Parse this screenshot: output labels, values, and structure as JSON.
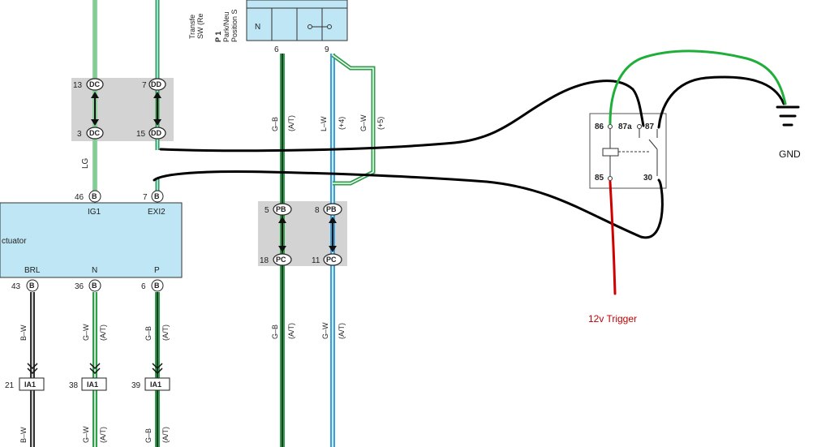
{
  "switch": {
    "title_lines": [
      "Transfe",
      "SW (Re"
    ],
    "id": "P 1",
    "sub_lines": [
      "Park/Neu",
      "Position S"
    ],
    "n_label": "N",
    "pins": [
      "6",
      "9"
    ]
  },
  "connectors": {
    "dc_top": {
      "left_pin": "13",
      "left_label": "DC",
      "right_pin": "7",
      "right_label": "DD"
    },
    "dc_bottom": {
      "left_pin": "3",
      "left_label": "DC",
      "right_pin": "15",
      "right_label": "DD"
    },
    "pb": {
      "left_pin": "5",
      "left_label": "PB",
      "right_pin": "8",
      "right_label": "PB"
    },
    "pc": {
      "left_pin": "18",
      "left_label": "PC",
      "right_pin": "11",
      "right_label": "PC"
    }
  },
  "wires": {
    "lg": "LG",
    "g_b": "G–B",
    "at": "(A/T)",
    "l_w": "L–W",
    "plus4": "(+4)",
    "g_w": "G–W",
    "plus5": "(+5)",
    "b_w": "B–W"
  },
  "actuator": {
    "name": "ctuator",
    "top_pins": [
      {
        "num": "46",
        "label": "B",
        "name": "IG1"
      },
      {
        "num": "7",
        "label": "B",
        "name": "EXI2"
      }
    ],
    "bottom_pins": [
      {
        "num": "43",
        "label": "B",
        "name": "BRL"
      },
      {
        "num": "36",
        "label": "B",
        "name": "N"
      },
      {
        "num": "6",
        "label": "B",
        "name": "P"
      }
    ]
  },
  "ia_connectors": [
    {
      "num": "21",
      "label": "IA1"
    },
    {
      "num": "38",
      "label": "IA1"
    },
    {
      "num": "39",
      "label": "IA1"
    }
  ],
  "relay": {
    "pin_86": "86",
    "pin_87a": "87a",
    "pin_87": "87",
    "pin_85": "85",
    "pin_30": "30"
  },
  "annotations": {
    "gnd": "GND",
    "trigger": "12v Trigger"
  },
  "colors": {
    "green_wire": "#2f9e4a",
    "light_green_wire": "#8fd19e",
    "blue_wire": "#3aa0d8",
    "connector_box": "#d3d3d3",
    "actuator_fill": "#bfe6f5",
    "hand_black": "#000000",
    "hand_green": "#1fae3a",
    "hand_red": "#d10000"
  }
}
